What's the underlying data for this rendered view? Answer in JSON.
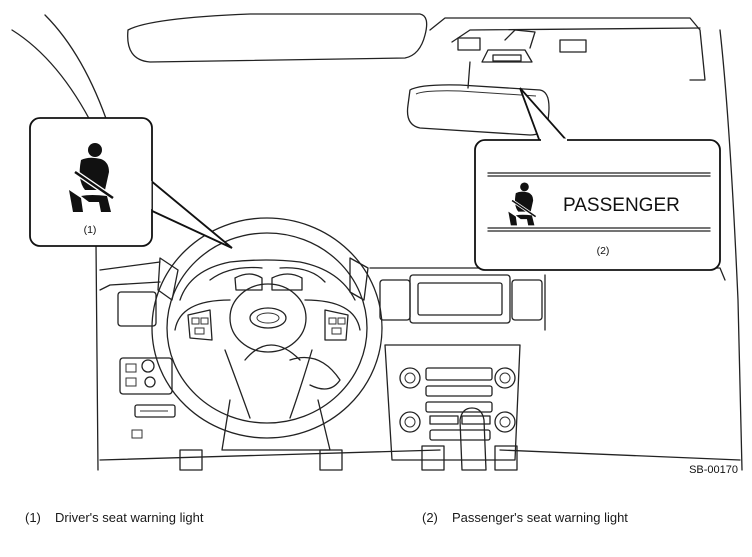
{
  "callout_driver": {
    "number": "(1)"
  },
  "callout_passenger": {
    "label": "PASSENGER",
    "number": "(2)"
  },
  "figure_code": "SB-00170",
  "captions": [
    {
      "number": "(1)",
      "text": "Driver's seat warning light"
    },
    {
      "number": "(2)",
      "text": "Passenger's seat warning light"
    }
  ]
}
